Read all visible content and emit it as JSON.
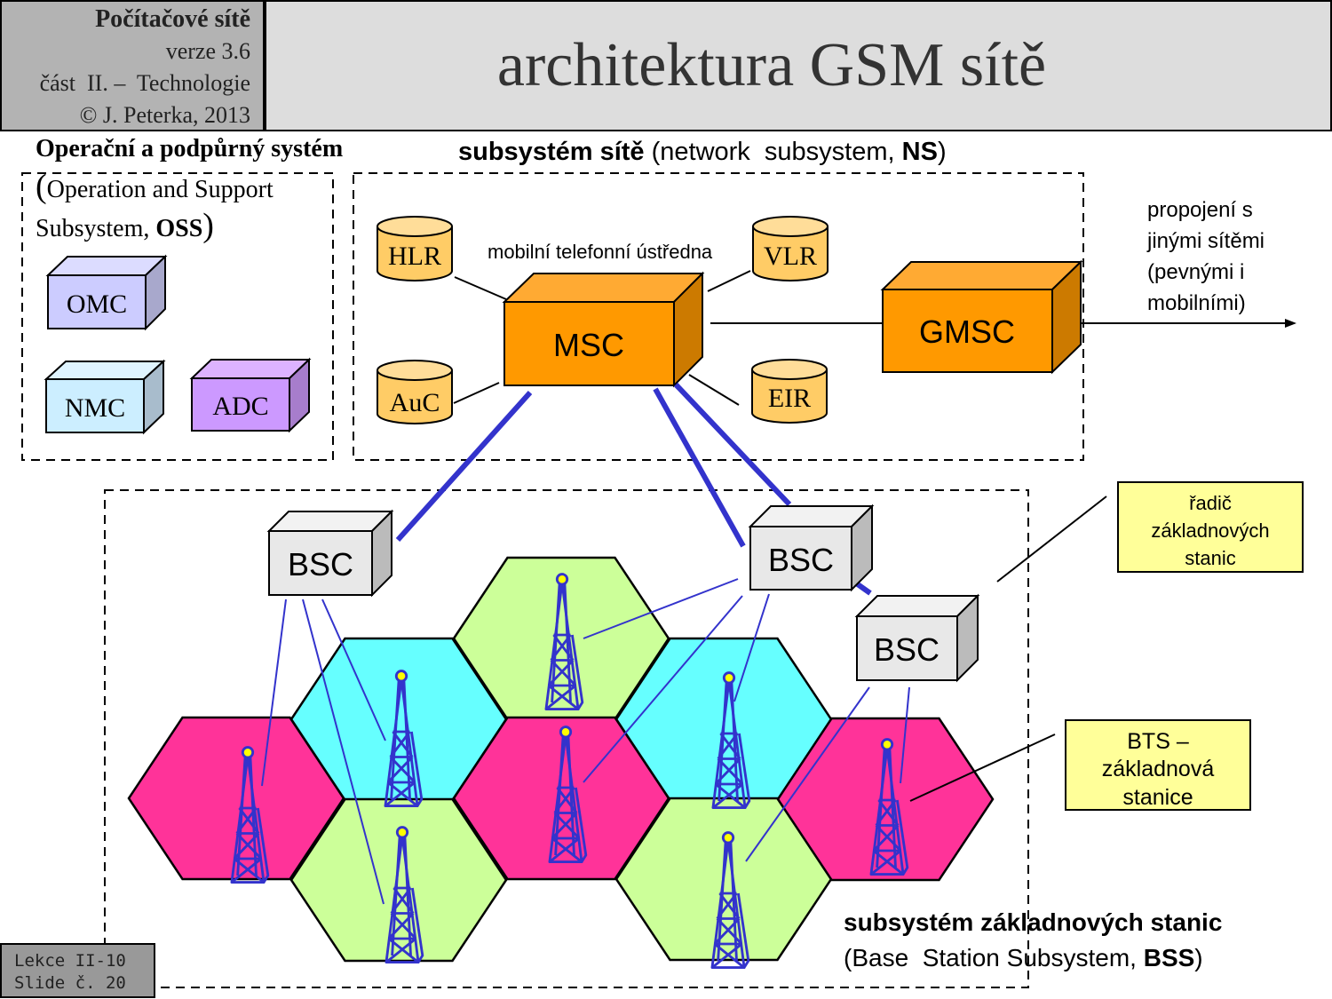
{
  "header": {
    "course": "Počítačové sítě",
    "version": "verze 3.6",
    "part": "část  II. –  Technologie",
    "copyright": "© J. Peterka, 2013",
    "title": "architektura GSM sítě"
  },
  "oss": {
    "heading": "Operační a podpůrný systém",
    "paren_open": "(",
    "line1": "Operation and Support",
    "line2": "Subsystem, ",
    "abbr": "OSS",
    "paren_close": ")",
    "nodes": [
      {
        "label": "OMC",
        "color": "#ccccff"
      },
      {
        "label": "NMC",
        "color": "#cceeff"
      },
      {
        "label": "ADC",
        "color": "#cc99ff"
      }
    ]
  },
  "ns": {
    "heading_bold": "subsystém sítě",
    "heading_rest": " (network  subsystem, ",
    "abbr": "NS",
    "paren_close": ")",
    "msc_caption": "mobilní telefonní ústředna",
    "msc": "MSC",
    "gmsc": "GMSC",
    "databases": [
      "HLR",
      "VLR",
      "AuC",
      "EIR"
    ],
    "orange": "#ff9900",
    "db_color": "#ffcc66"
  },
  "external": {
    "lines": [
      "propojení s",
      "jinými sítěmi",
      "(pevnými i",
      "mobilními)"
    ]
  },
  "bss": {
    "heading_bold": "subsystém základnových stanic",
    "line2_pre": "(Base  Station Subsystem, ",
    "abbr": "BSS",
    "paren_close": ")",
    "bsc_label": "BSC",
    "bsc_count": 3,
    "cell_colors": {
      "pink": "#ff3399",
      "cyan": "#66ffff",
      "green": "#ccff99"
    },
    "link_color": "#3333cc"
  },
  "callouts": {
    "bsc": [
      "řadič",
      "základnových",
      "stanic"
    ],
    "bts": [
      "BTS –",
      "základnová",
      "stanice"
    ],
    "fill": "#ffff99"
  },
  "footer": {
    "lesson": "Lekce II-10",
    "slide": "Slide č. 20"
  }
}
